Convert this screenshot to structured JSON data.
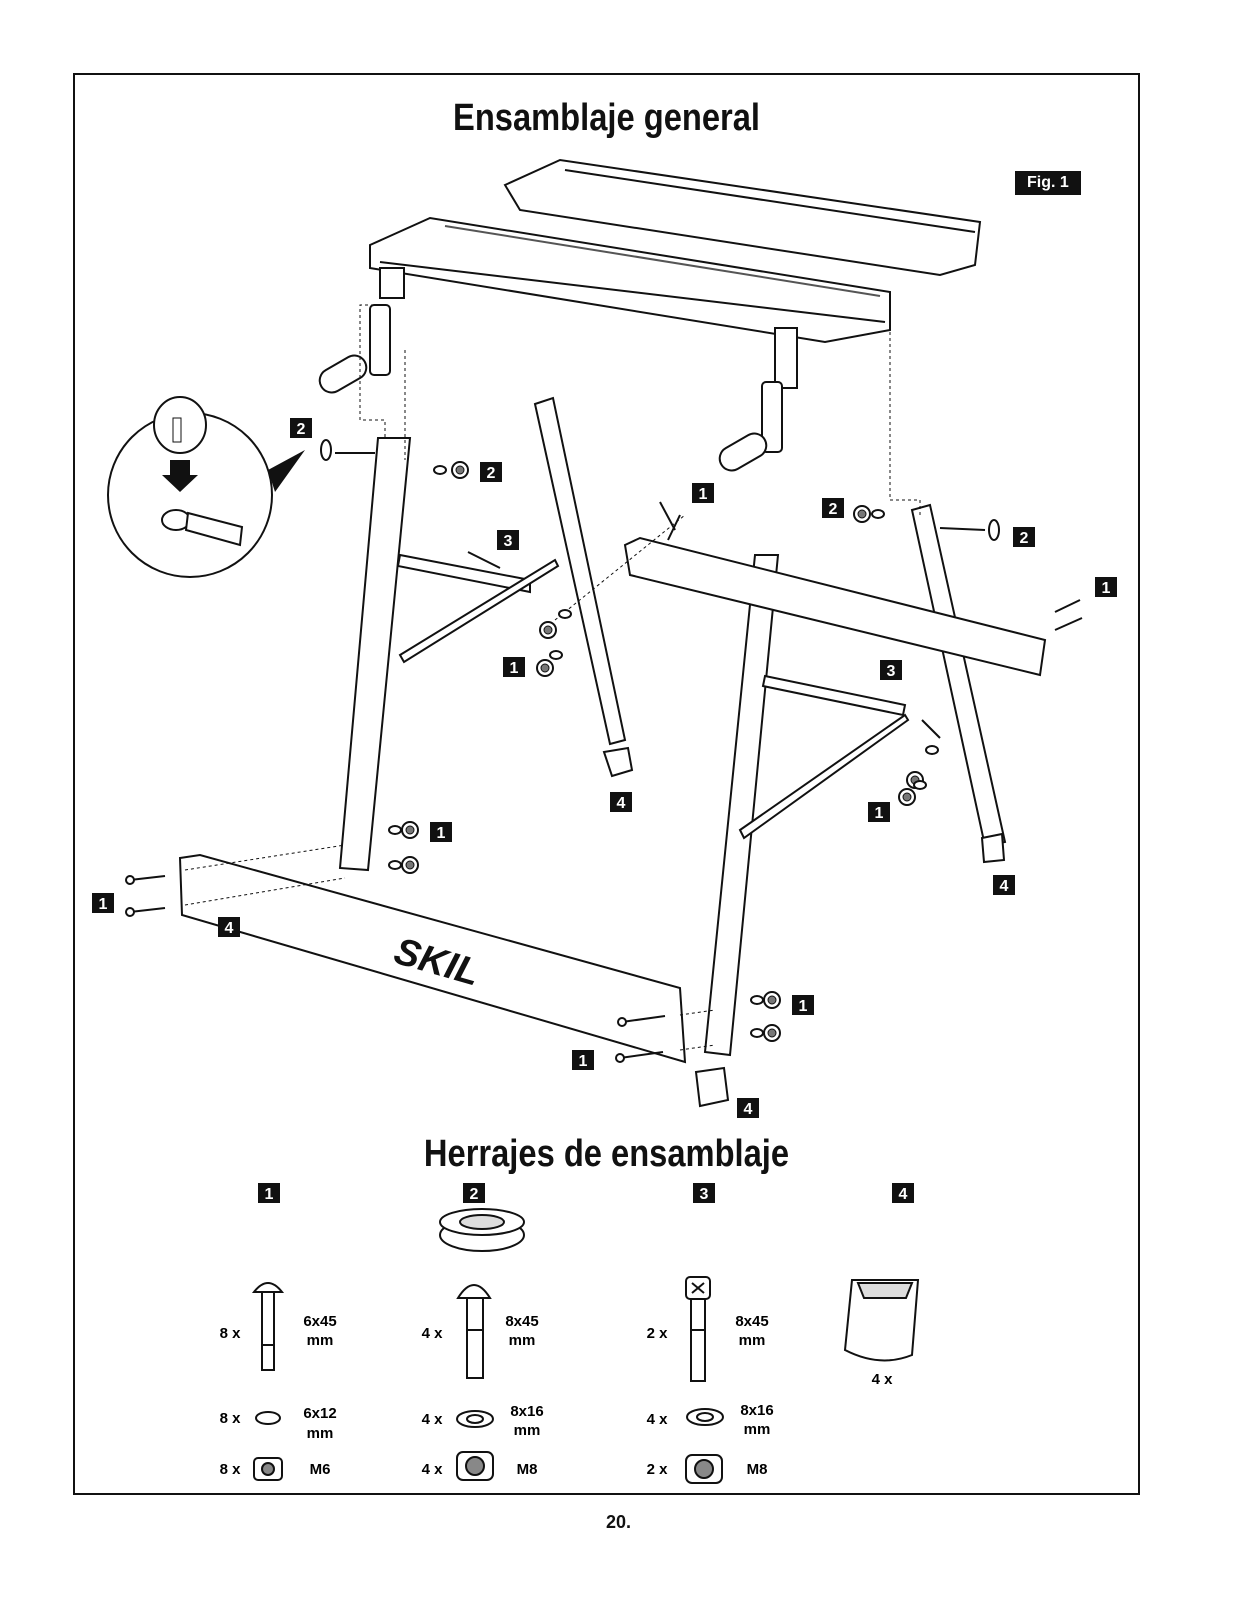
{
  "title": "Ensamblaje general",
  "figure_label": "Fig. 1",
  "brand_logo": "SKIL",
  "hardware_title": "Herrajes de ensamblaje",
  "callouts": [
    "1",
    "2",
    "3",
    "4"
  ],
  "hardware": [
    {
      "id": "1",
      "bolt_qty": "8 x",
      "bolt_size": "6x45",
      "bolt_unit": "mm",
      "washer_qty": "8 x",
      "washer_size": "6x12",
      "washer_unit": "mm",
      "nut_qty": "8 x",
      "nut_size": "M6"
    },
    {
      "id": "2",
      "bolt_qty": "4 x",
      "bolt_size": "8x45",
      "bolt_unit": "mm",
      "washer_qty": "4 x",
      "washer_size": "8x16",
      "washer_unit": "mm",
      "nut_qty": "4 x",
      "nut_size": "M8"
    },
    {
      "id": "3",
      "bolt_qty": "2 x",
      "bolt_size": "8x45",
      "bolt_unit": "mm",
      "washer_qty": "4 x",
      "washer_size": "8x16",
      "washer_unit": "mm",
      "nut_qty": "2 x",
      "nut_size": "M8"
    },
    {
      "id": "4",
      "foot_qty": "4 x"
    }
  ],
  "page_number": "20."
}
